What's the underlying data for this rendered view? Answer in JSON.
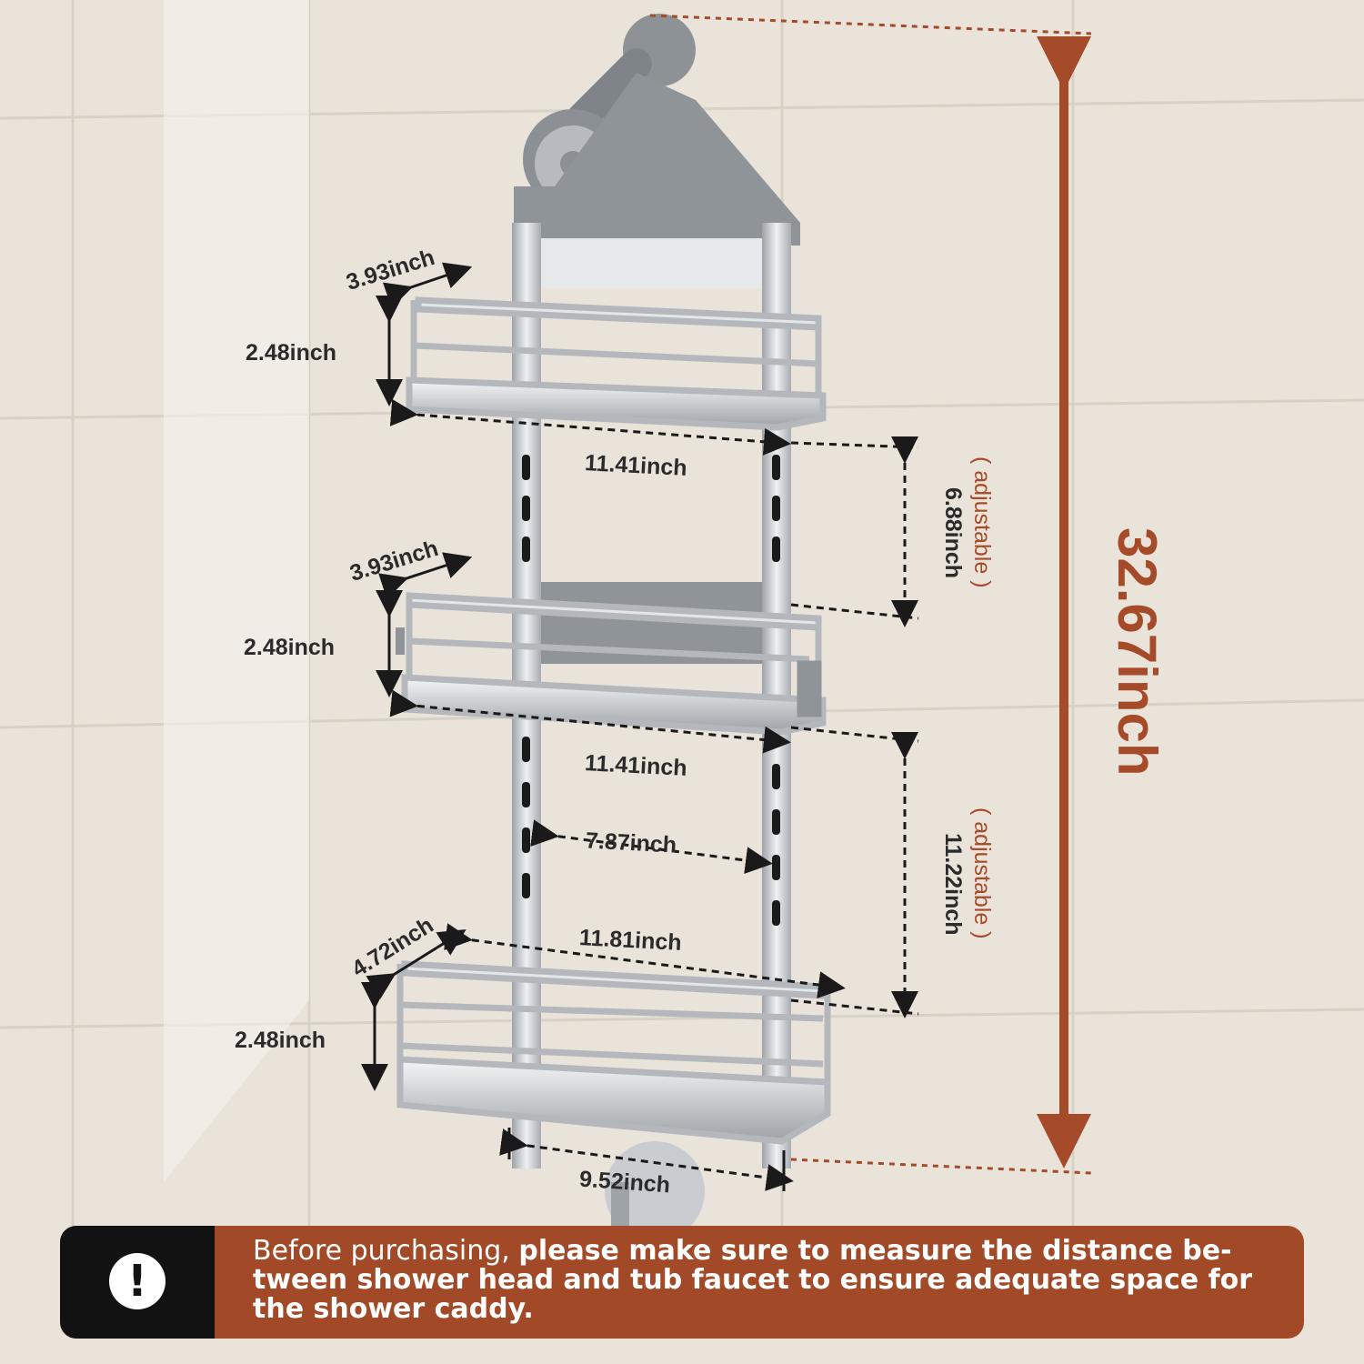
{
  "dimensions": {
    "top_depth": "3.93inch",
    "top_height": "2.48inch",
    "top_width": "11.41inch",
    "mid_depth": "3.93inch",
    "mid_height": "2.48inch",
    "mid_width": "11.41inch",
    "gap_top_value": "6.88inch",
    "gap_top_note": "( adjustable )",
    "inner_width": "7.87inch",
    "bottom_depth": "4.72inch",
    "bottom_width": "11.81inch",
    "bottom_height": "2.48inch",
    "gap_bottom_value": "11.22inch",
    "gap_bottom_note": "( adjustable )",
    "base_width": "9.52inch",
    "total_height": "32.67inch"
  },
  "notice": {
    "icon": "exclamation-icon",
    "text_normal": "Before purchasing, ",
    "text_bold": "please make sure to measure the distance be-tween shower  head and tub faucet to ensure adequate space for the shower caddy."
  },
  "colors": {
    "accent": "#a24a27",
    "dark": "#121212",
    "wall": "#e9e3da",
    "metal": "#c9ccd0"
  }
}
